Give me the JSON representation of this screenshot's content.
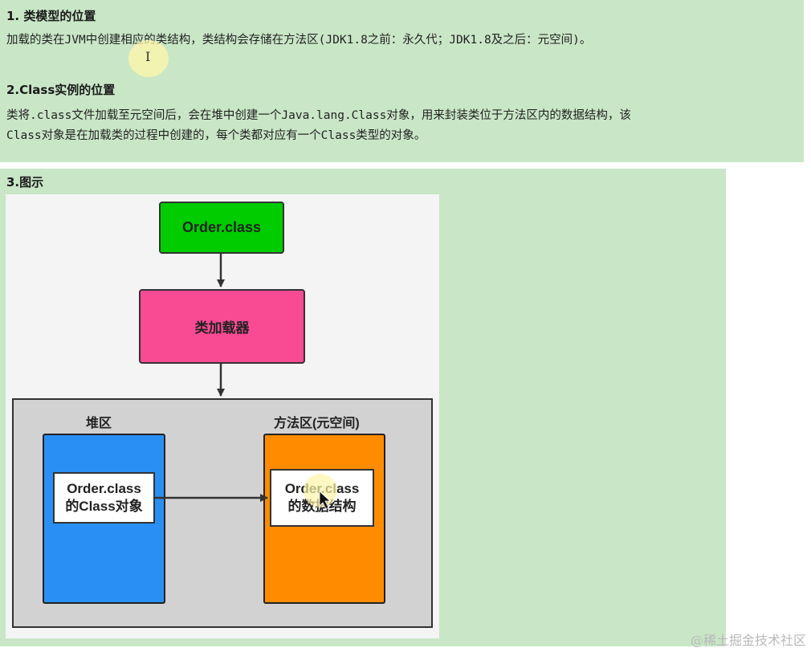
{
  "section1": {
    "heading": "1. 类模型的位置",
    "text": "加载的类在JVM中创建相应的类结构，类结构会存储在方法区(JDK1.8之前：永久代；JDK1.8及之后：元空间)。"
  },
  "section2": {
    "heading": "2.Class实例的位置",
    "line1": "类将.class文件加载至元空间后，会在堆中创建一个Java.lang.Class对象，用来封装类位于方法区内的数据结构，该",
    "line2": "Class对象是在加载类的过程中创建的，每个类都对应有一个Class类型的对象。"
  },
  "section3": {
    "heading": "3.图示"
  },
  "diagram": {
    "order_class": "Order.class",
    "class_loader": "类加载器",
    "heap_label": "堆区",
    "method_area_label": "方法区(元空间)",
    "heap_object_line1": "Order.class",
    "heap_object_line2": "的Class对象",
    "method_struct_line1": "Order.class",
    "method_struct_line2": "的数据结构"
  },
  "watermark": "@稀土掘金技术社区",
  "colors": {
    "note_bg": "#c9e6c7",
    "order_class_box": "#00cc00",
    "class_loader_box": "#f94a94",
    "heap_region": "#2a8ff5",
    "method_region": "#ff8c00",
    "memory_region": "#d2d2d2"
  },
  "icons": {
    "text_cursor": "i-beam-cursor-icon",
    "mouse_pointer": "arrow-pointer-icon"
  }
}
